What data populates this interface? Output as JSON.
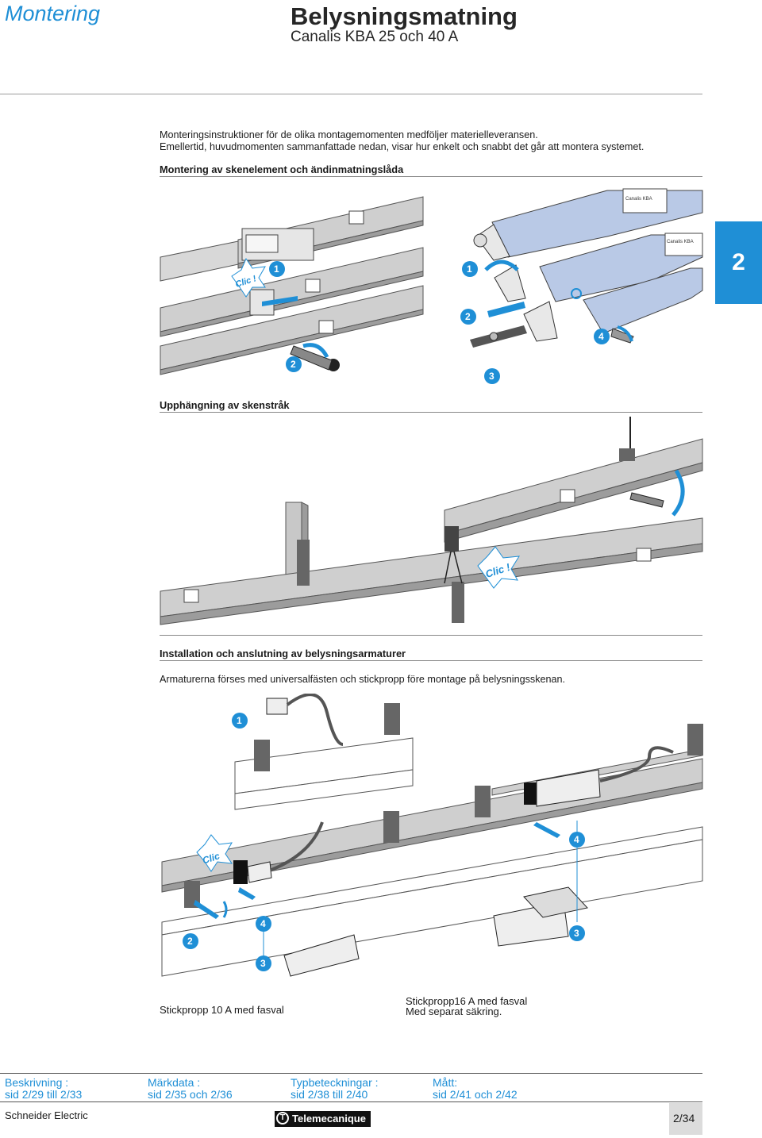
{
  "header": {
    "section": "Montering",
    "title": "Belysningsmatning",
    "subtitle": "Canalis KBA 25 och 40 A"
  },
  "intro": {
    "line1": "Monteringsinstruktioner för de olika montagemomenten medföljer materielleveransen.",
    "line2": "Emellertid, huvudmomenten sammanfattade nedan, visar hur enkelt och snabbt det går att montera systemet."
  },
  "sections": {
    "assembly": "Montering av skenelement och ändinmatningslåda",
    "suspension": "Upphängning av skenstråk",
    "installation": "Installation och anslutning av belysningsarmaturer"
  },
  "fixture_text": "Armaturerna förses med universalfästen och stickpropp före montage på belysningsskenan.",
  "tab_number": "2",
  "figure_labels": {
    "clic": "Clic !",
    "clic_short": "Clic",
    "canalis_kba": "Canalis KBA",
    "n1": "1",
    "n2": "2",
    "n3": "3",
    "n4": "4"
  },
  "captions": {
    "plug10": "Stickpropp 10 A med fasval",
    "plug16_line1": "Stickpropp16 A med fasval",
    "plug16_line2": "Med separat säkring."
  },
  "footer": {
    "refs": [
      {
        "label": "Beskrivning :",
        "value": "sid  2/29 till  2/33"
      },
      {
        "label": "Märkdata :",
        "value": "sid  2/35 och  2/36"
      },
      {
        "label": "Typbeteckningar :",
        "value": "sid  2/38  till  2/40"
      },
      {
        "label": "Mått:",
        "value": "sid  2/41 och  2/42"
      }
    ],
    "company": "Schneider Electric",
    "brand": "Telemecanique",
    "page": "2/34"
  },
  "colors": {
    "accent": "#1f8fd6",
    "rail": "#cdcdcd",
    "rail_dark": "#9c9c9c",
    "tube": "#b9c9e6"
  }
}
